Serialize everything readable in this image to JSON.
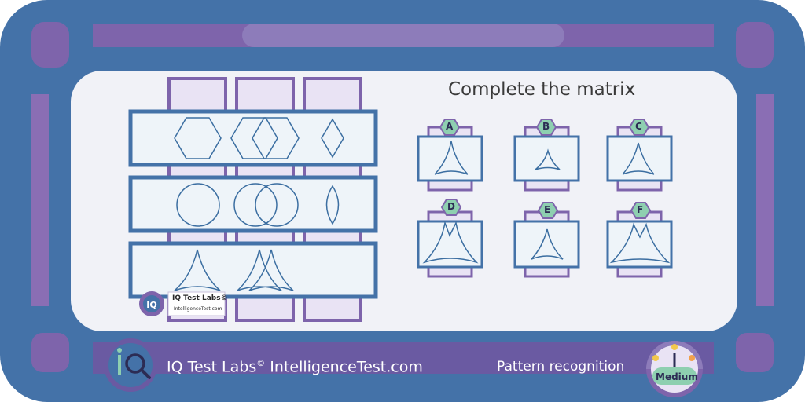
{
  "title": "Complete the matrix",
  "brand": {
    "name": "IQ Test Labs",
    "mark": "©",
    "site": "IntelligenceTest.com"
  },
  "category": "Pattern recognition",
  "difficulty": {
    "label": "Medium"
  },
  "watermark": {
    "name": "IQ Test Labs©",
    "site": "IntelligenceTest.com"
  },
  "matrix": {
    "rows": [
      {
        "shapes": [
          "hexagon-icon",
          "overlapping-hexagons-icon",
          "diamond-icon"
        ]
      },
      {
        "shapes": [
          "circle-icon",
          "overlapping-circles-icon",
          "lens-icon"
        ]
      },
      {
        "shapes": [
          "curved-triangle-icon",
          "overlapping-triangles-icon",
          "missing"
        ]
      }
    ]
  },
  "options": [
    {
      "letter": "A",
      "shape": "curved-triangle-tall-icon"
    },
    {
      "letter": "B",
      "shape": "curved-triangle-small-icon"
    },
    {
      "letter": "C",
      "shape": "curved-triangle-icon"
    },
    {
      "letter": "D",
      "shape": "double-peak-icon"
    },
    {
      "letter": "E",
      "shape": "curved-triangle-icon"
    },
    {
      "letter": "F",
      "shape": "double-peak-wide-icon"
    }
  ],
  "colors": {
    "frame": "#4472a8",
    "accent": "#7e64ab",
    "panel": "#f1f2f7",
    "cell": "#eef4f9",
    "stroke": "#3b6ea1",
    "badge": "#8ecfb0"
  }
}
